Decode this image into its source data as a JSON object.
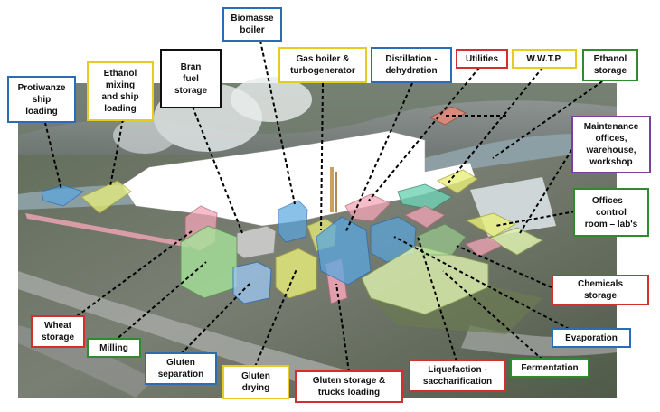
{
  "labels": {
    "protiwanze": "Protiwanze\nship\nloading",
    "ethanol_mixing": "Ethanol\nmixing\nand ship\nloading",
    "bran": "Bran\nfuel\nstorage",
    "biomasse": "Biomasse\nboiler",
    "gas_boiler": "Gas boiler &\nturbogenerator",
    "distillation": "Distillation -\ndehydration",
    "utilities": "Utilities",
    "wwtp": "W.W.T.P.",
    "ethanol_storage": "Ethanol\nstorage",
    "maintenance": "Maintenance\noffices,\nwarehouse,\nworkshop",
    "offices": "Offices –\ncontrol\nroom – lab's",
    "chemicals": "Chemicals\nstorage",
    "evaporation": "Evaporation",
    "fermentation": "Fermentation",
    "liquefaction": "Liquefaction -\nsaccharification",
    "gluten_storage": "Gluten storage &\ntrucks loading",
    "gluten_drying": "Gluten\ndrying",
    "gluten_separation": "Gluten\nseparation",
    "milling": "Milling",
    "wheat_storage": "Wheat\nstorage"
  },
  "colors": {
    "blue": "#2a6db5",
    "yellow": "#e6cc21",
    "black": "#111111",
    "red": "#d0312d",
    "green": "#2e8b2e",
    "purple": "#7b3fa0",
    "zone_blue": "#5aa7e0",
    "zone_yellow": "#e9ef7a",
    "zone_green": "#a6e39a",
    "zone_pink": "#f4a6b8",
    "zone_grey": "#d9d9d9",
    "zone_salmon": "#e88a78",
    "zone_teal": "#6fd3b5",
    "zone_white": "#ffffff"
  }
}
